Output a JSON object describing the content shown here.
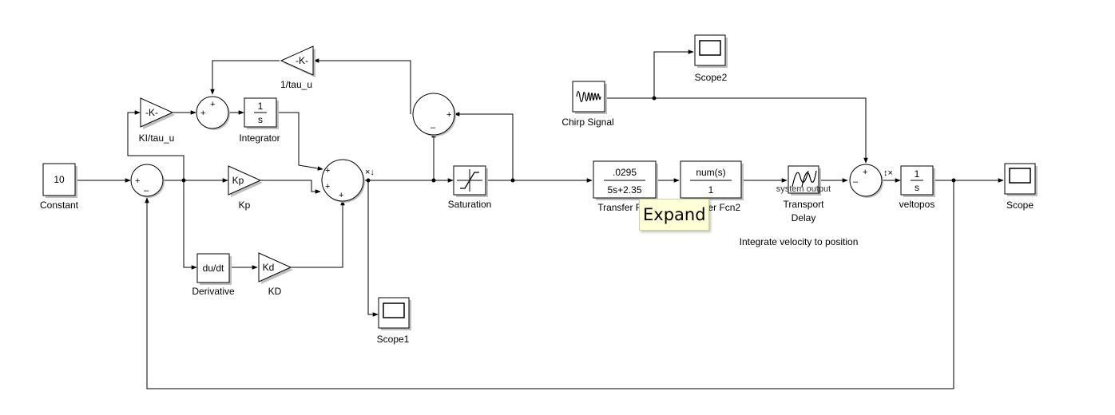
{
  "blocks": {
    "constant": {
      "value": "10",
      "label": "Constant"
    },
    "ki_gain": {
      "value": "-K-",
      "label": "KI/tau_u"
    },
    "inv_tau_gain": {
      "value": "-K-",
      "label": "1/tau_u"
    },
    "integrator": {
      "num": "1",
      "den": "s",
      "label": "Integrator"
    },
    "kp_gain": {
      "value": "Kp",
      "label": "Kp"
    },
    "derivative": {
      "value": "du/dt",
      "label": "Derivative"
    },
    "kd_gain": {
      "value": "Kd",
      "label": "KD"
    },
    "scope1": {
      "label": "Scope1"
    },
    "saturation": {
      "label": "Saturation"
    },
    "chirp": {
      "label": "Chirp Signal"
    },
    "scope2": {
      "label": "Scope2"
    },
    "tf1": {
      "num": ".0295",
      "den": "5s+2.35",
      "label": "Transfer Fcn"
    },
    "tf2": {
      "num": "num(s)",
      "den": "1",
      "label": "Transfer Fcn2"
    },
    "transport_delay": {
      "label_line1": "Transport",
      "label_line2": "Delay"
    },
    "veltopos": {
      "num": "1",
      "den": "s",
      "label": "veltopos"
    },
    "scope": {
      "label": "Scope"
    }
  },
  "signal_labels": {
    "system_output": "system output",
    "sum_out_marker": "×↓",
    "sum2_out_marker": "↕×"
  },
  "annotation": "Integrate velocity to position",
  "tooltip": "Expand",
  "signs": {
    "plus": "+",
    "minus": "–"
  }
}
